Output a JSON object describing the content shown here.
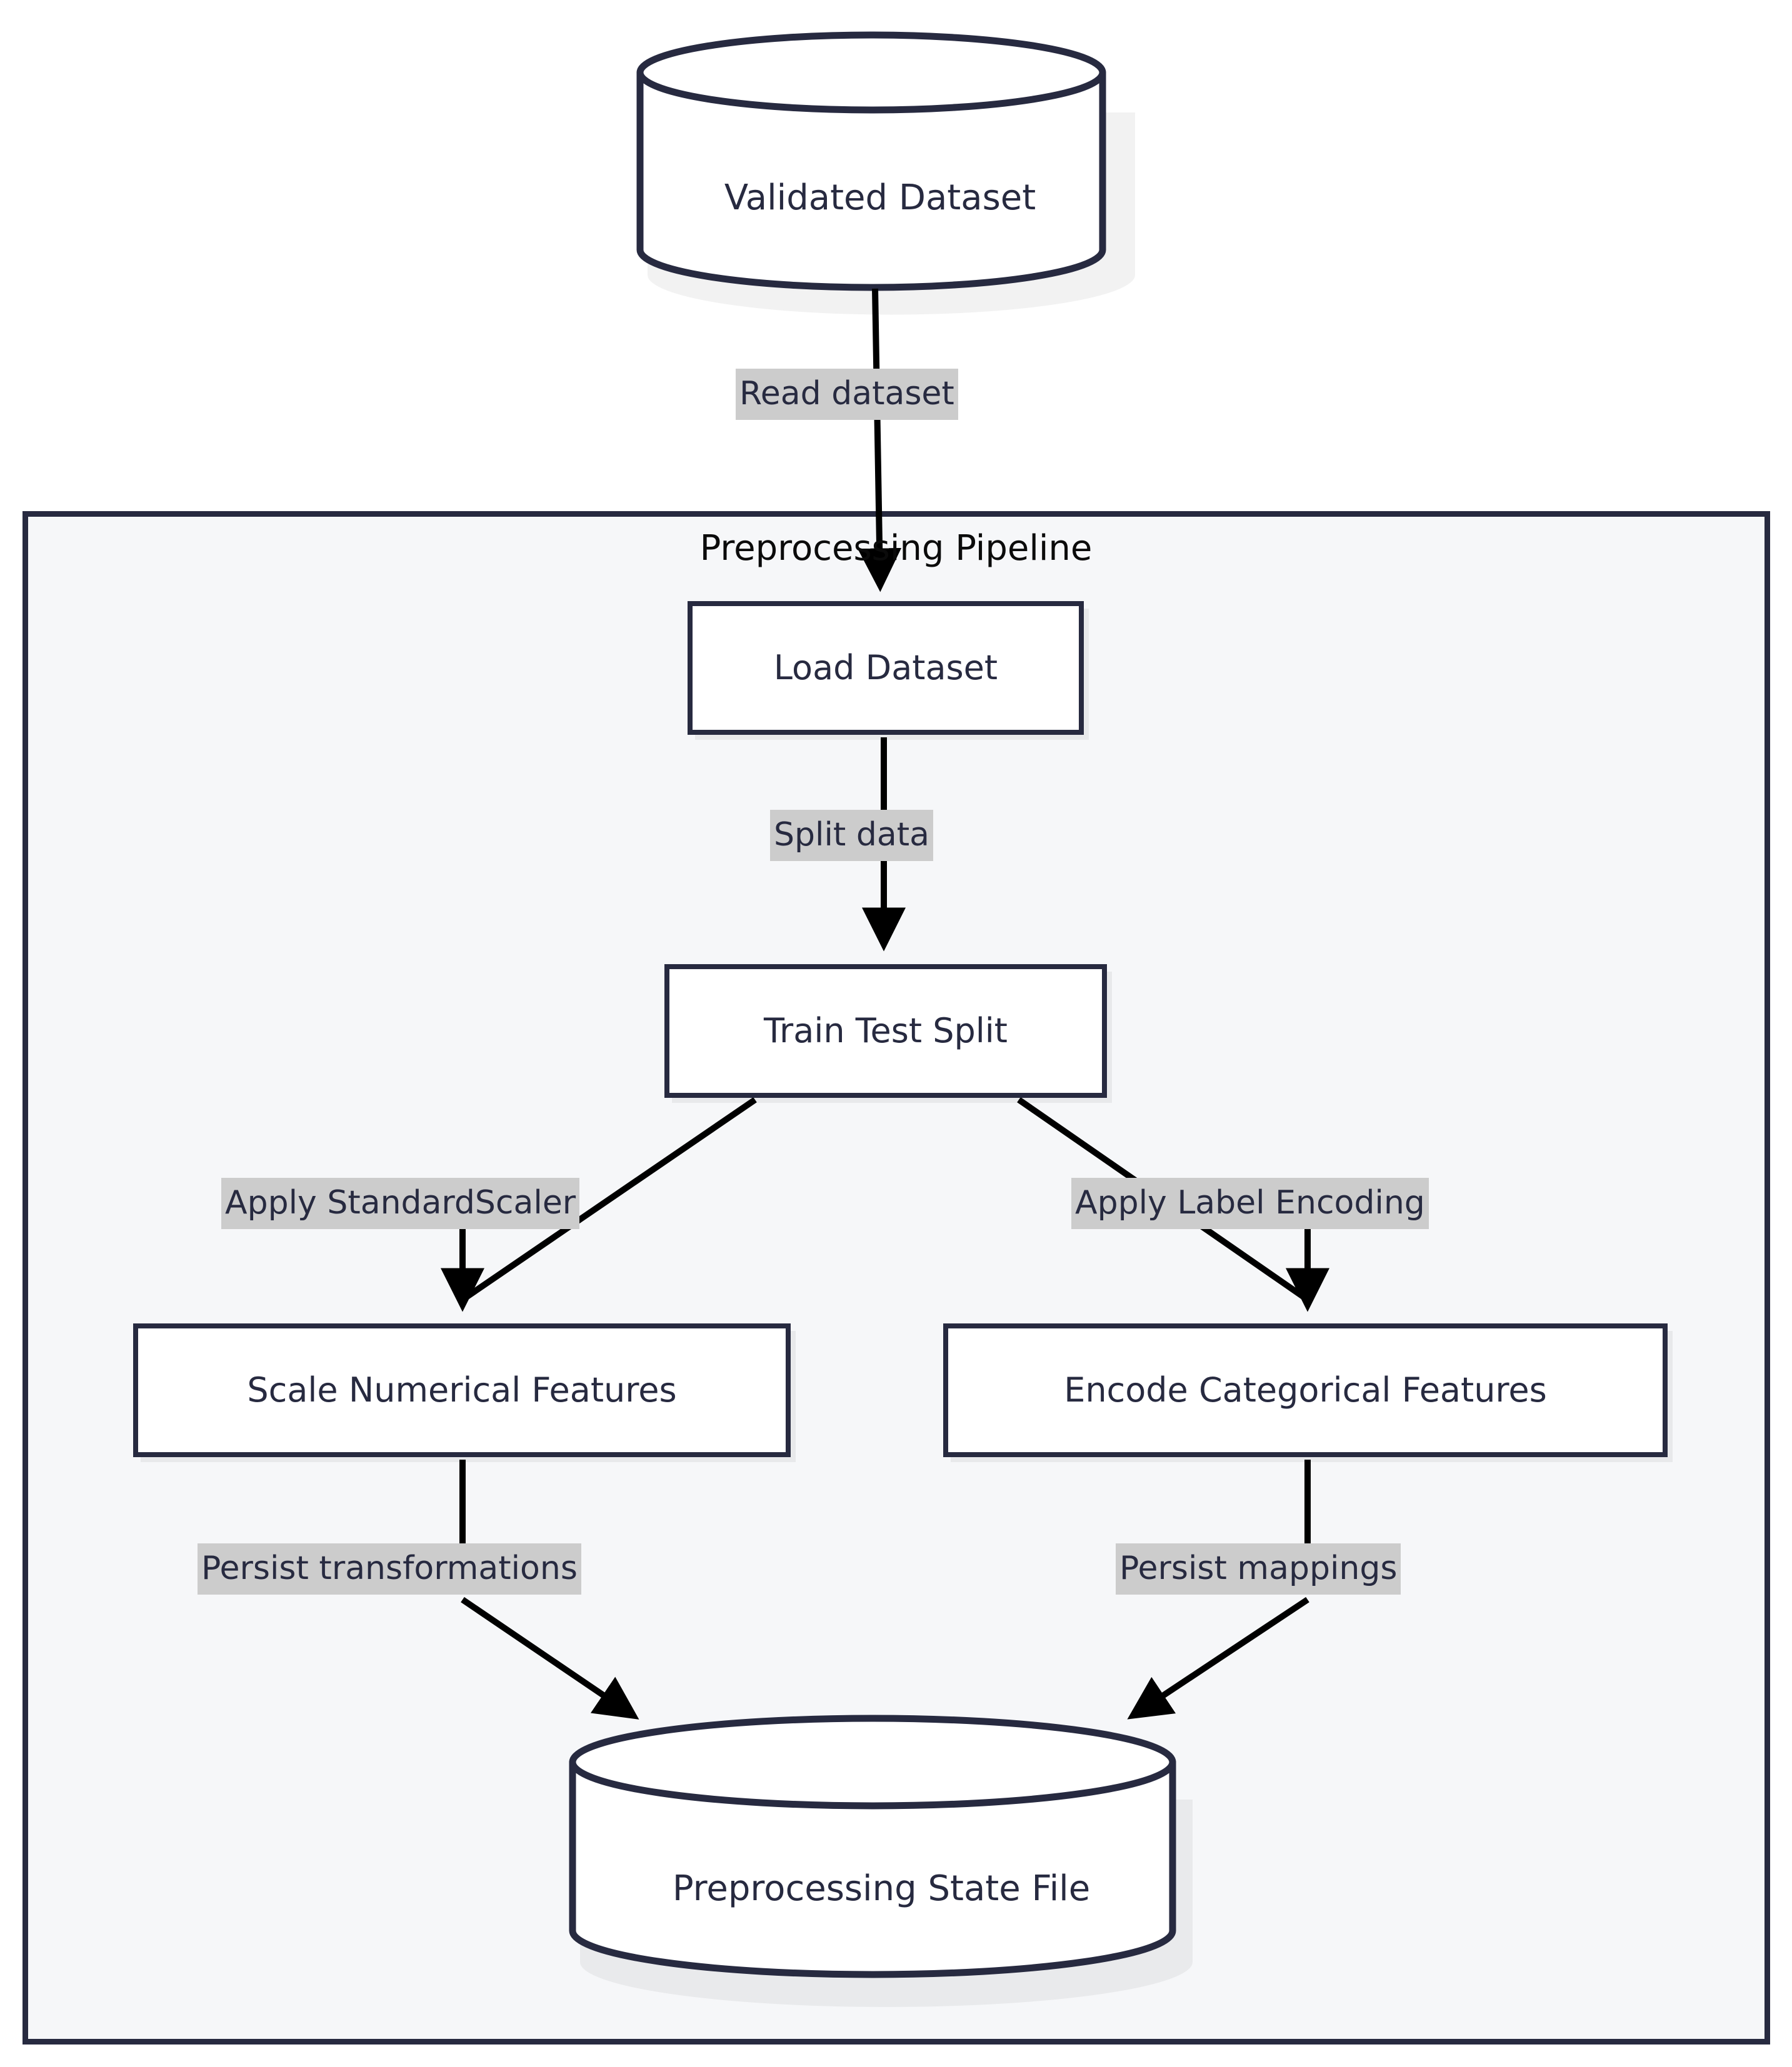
{
  "diagram": {
    "type": "flowchart",
    "direction": "top-down",
    "title": "Preprocessing Pipeline Flowchart",
    "colors": {
      "node_border": "#272a40",
      "node_fill": "#ffffff",
      "cluster_fill": "#f6f7f9",
      "cluster_border": "#272a40",
      "edge_label_bg": "#cccccc",
      "text": "#272a40",
      "cluster_title_text": "#0b0b0b",
      "edge_stroke": "#000000",
      "page_background": "#ffffff"
    },
    "cluster": {
      "id": "preprocessing-pipeline",
      "title": "Preprocessing Pipeline"
    },
    "nodes": [
      {
        "id": "validated-dataset",
        "label": "Validated Dataset",
        "shape": "cylinder"
      },
      {
        "id": "load-dataset",
        "label": "Load Dataset",
        "shape": "rectangle"
      },
      {
        "id": "train-test-split",
        "label": "Train Test Split",
        "shape": "rectangle"
      },
      {
        "id": "scale-numerical",
        "label": "Scale Numerical Features",
        "shape": "rectangle"
      },
      {
        "id": "encode-categorical",
        "label": "Encode Categorical Features",
        "shape": "rectangle"
      },
      {
        "id": "preprocessing-state",
        "label": "Preprocessing State File",
        "shape": "cylinder"
      }
    ],
    "edges": [
      {
        "from": "validated-dataset",
        "to": "load-dataset",
        "label": "Read dataset"
      },
      {
        "from": "load-dataset",
        "to": "train-test-split",
        "label": "Split data"
      },
      {
        "from": "train-test-split",
        "to": "scale-numerical",
        "label": "Apply StandardScaler"
      },
      {
        "from": "train-test-split",
        "to": "encode-categorical",
        "label": "Apply Label Encoding"
      },
      {
        "from": "scale-numerical",
        "to": "preprocessing-state",
        "label": "Persist transformations"
      },
      {
        "from": "encode-categorical",
        "to": "preprocessing-state",
        "label": "Persist mappings"
      }
    ]
  }
}
